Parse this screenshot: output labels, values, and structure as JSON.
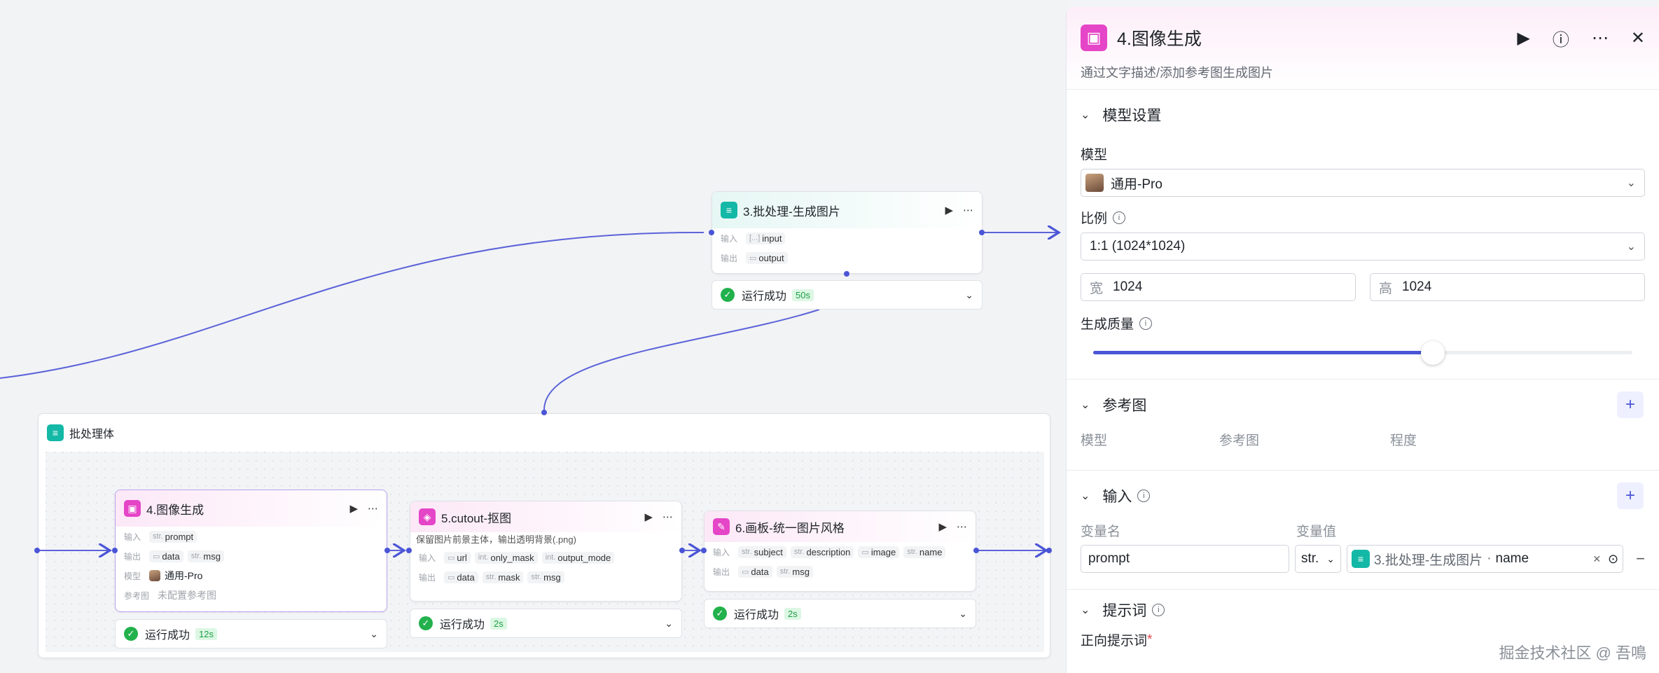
{
  "canvas": {
    "node3": {
      "title": "3.批处理-生成图片",
      "input_label": "输入",
      "output_label": "输出",
      "input_type": "[...]",
      "input_name": "input",
      "output_name": "output",
      "status": "运行成功",
      "duration": "50s"
    },
    "batch": {
      "title": "批处理体"
    },
    "node4": {
      "title": "4.图像生成",
      "input_label": "输入",
      "output_label": "输出",
      "model_label": "模型",
      "ref_label": "参考图",
      "input_prompt": "prompt",
      "output_data": "data",
      "output_msg": "msg",
      "model_value": "通用-Pro",
      "ref_value": "未配置参考图",
      "status": "运行成功",
      "duration": "12s"
    },
    "node5": {
      "title": "5.cutout-抠图",
      "desc": "保留图片前景主体，输出透明背景(.png)",
      "input_label": "输入",
      "output_label": "输出",
      "in_url": "url",
      "in_only_mask": "only_mask",
      "in_output_mode": "output_mode",
      "out_data": "data",
      "out_mask": "mask",
      "out_msg": "msg",
      "status": "运行成功",
      "duration": "2s"
    },
    "node6": {
      "title": "6.画板-统一图片风格",
      "input_label": "输入",
      "output_label": "输出",
      "in_subject": "subject",
      "in_description": "description",
      "in_image": "image",
      "in_name": "name",
      "out_data": "data",
      "out_msg": "msg",
      "status": "运行成功",
      "duration": "2s"
    },
    "type_str": "str.",
    "type_int": "int."
  },
  "panel": {
    "title": "4.图像生成",
    "desc": "通过文字描述/添加参考图生成图片",
    "model_section": {
      "title": "模型设置",
      "model_label": "模型",
      "model_value": "通用-Pro",
      "ratio_label": "比例",
      "ratio_value": "1:1 (1024*1024)",
      "width_label": "宽",
      "width_value": "1024",
      "height_label": "高",
      "height_value": "1024",
      "quality_label": "生成质量",
      "quality_fraction": 0.63
    },
    "ref_section": {
      "title": "参考图",
      "col_model": "模型",
      "col_ref": "参考图",
      "col_degree": "程度"
    },
    "input_section": {
      "title": "输入",
      "col_name": "变量名",
      "col_value": "变量值",
      "var_name": "prompt",
      "var_type": "str.",
      "var_ref_node": "3.批处理-生成图片",
      "var_ref_sep": "·",
      "var_ref_field": "name"
    },
    "prompt_section": {
      "title": "提示词",
      "positive_label": "正向提示词",
      "required_mark": "*"
    }
  },
  "watermark": "掘金技术社区 @ 吾鳴",
  "colors": {
    "accent": "#4a55d6",
    "pink": "#e545c7",
    "teal": "#14b8a6",
    "success": "#22b14c"
  }
}
